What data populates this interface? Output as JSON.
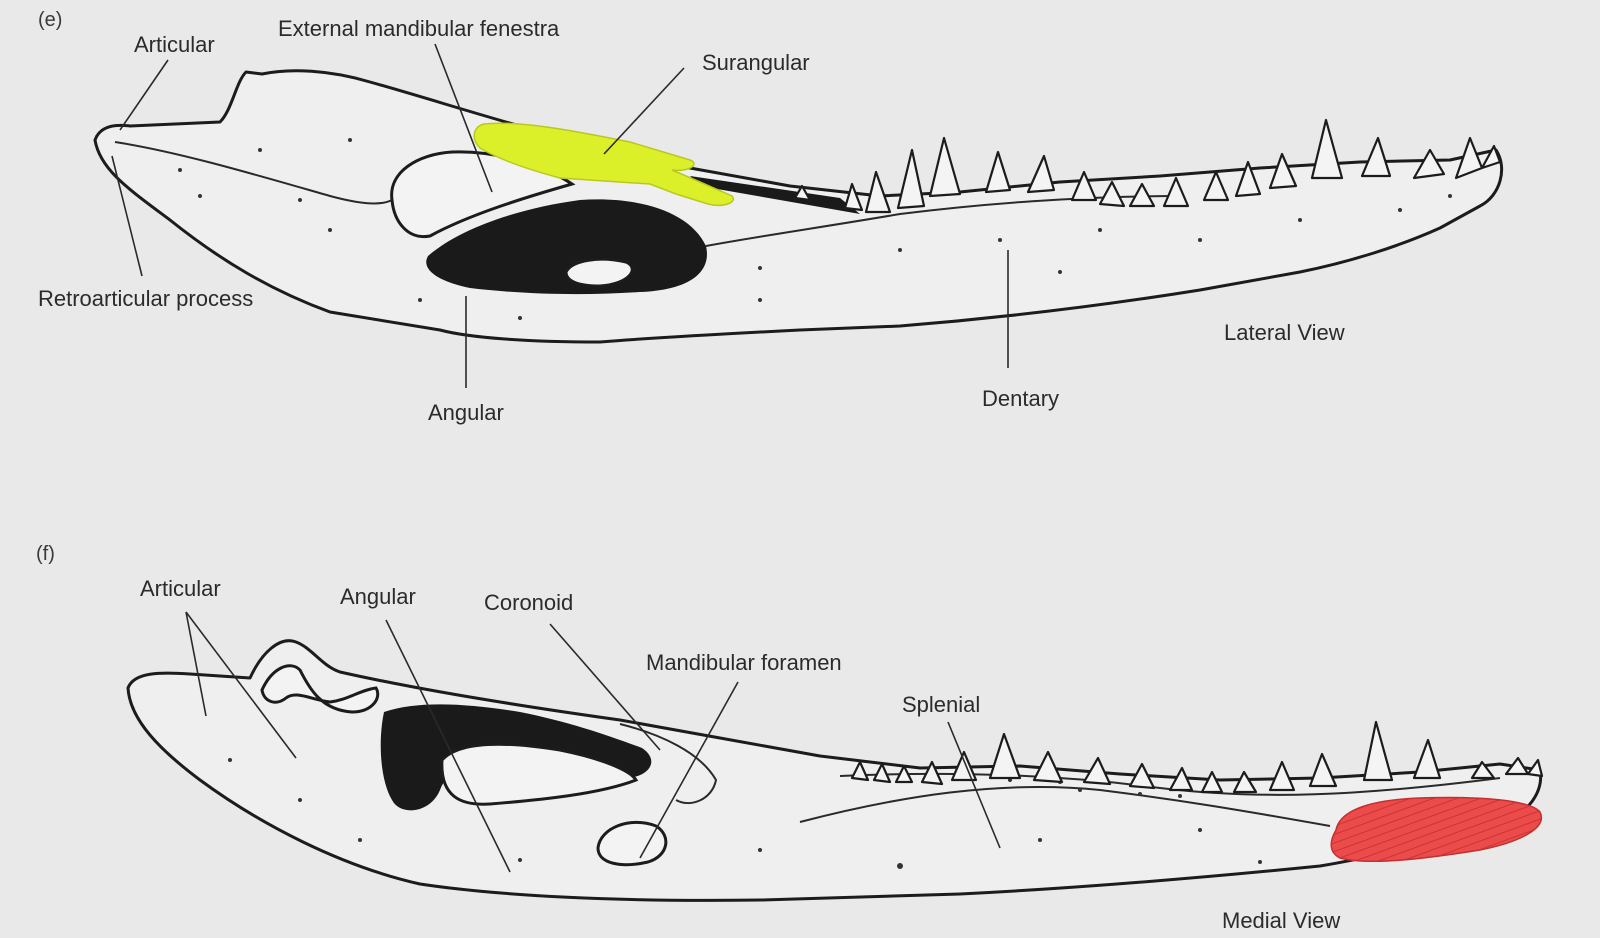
{
  "panels": {
    "lateral": {
      "letter": "(e)",
      "view_label": "Lateral View",
      "labels": {
        "articular": "Articular",
        "external_mandibular_fenestra": "External mandibular fenestra",
        "surangular": "Surangular",
        "retroarticular_process": "Retroarticular process",
        "angular": "Angular",
        "dentary": "Dentary"
      },
      "highlight_color": "#dcf02a"
    },
    "medial": {
      "letter": "(f)",
      "view_label": "Medial View",
      "labels": {
        "articular": "Articular",
        "angular": "Angular",
        "coronoid": "Coronoid",
        "mandibular_foramen": "Mandibular foramen",
        "splenial": "Splenial"
      },
      "highlight_color": "#e84a4a"
    }
  }
}
